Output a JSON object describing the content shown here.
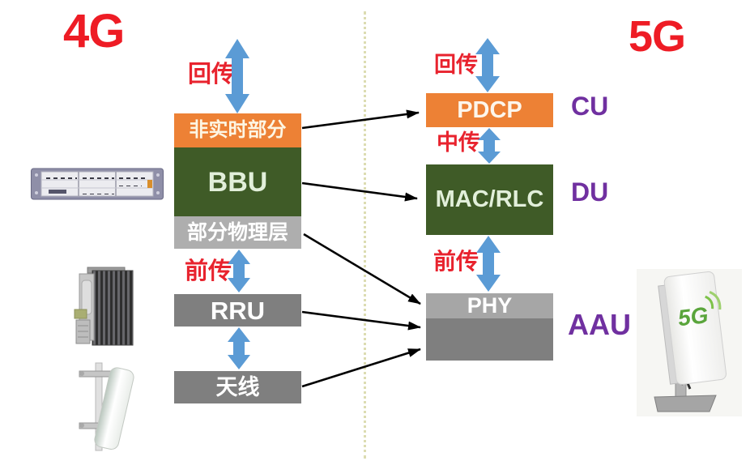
{
  "titles": {
    "left": "4G",
    "right": "5G"
  },
  "left_column": {
    "backhaul_label": "回传",
    "fronthaul_label": "前传",
    "blocks": {
      "non_realtime": "非实时部分",
      "bbu": "BBU",
      "partial_phy": "部分物理层",
      "rru": "RRU",
      "antenna": "天线"
    }
  },
  "right_column": {
    "backhaul_label": "回传",
    "midhaul_label": "中传",
    "fronthaul_label": "前传",
    "blocks": {
      "pdcp": "PDCP",
      "mac_rlc": "MAC/RLC",
      "phy": "PHY"
    },
    "unit_labels": {
      "cu": "CU",
      "du": "DU",
      "aau": "AAU"
    }
  },
  "photos": {
    "aau_panel_text": "5G"
  },
  "colors": {
    "block_orange": "#ed8135",
    "block_dark_green": "#3f5b27",
    "block_light_gray": "#aeaeae",
    "block_mid_gray": "#7f7f7f",
    "transport_arrow_blue": "#5b9bd5",
    "haul_label_red": "#e8232e",
    "title_red": "#ee1c25",
    "unit_label_purple": "#7030a0",
    "divider_dotted": "#dcdcb2",
    "mapping_arrow_black": "#000000"
  }
}
